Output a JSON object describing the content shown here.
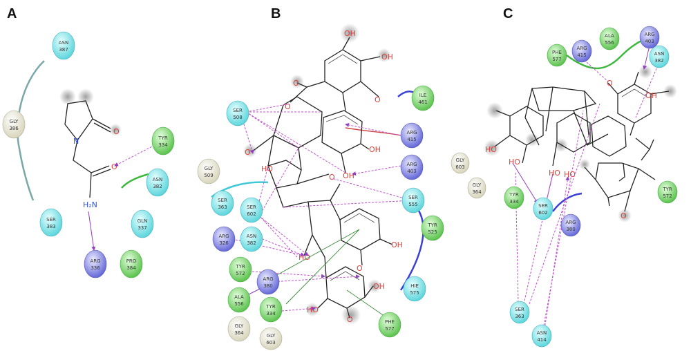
{
  "panels": [
    {
      "letter": "A",
      "residues": [
        {
          "name": "ASN",
          "num": "387",
          "kind": "polar"
        },
        {
          "name": "GLY",
          "num": "386",
          "kind": "glycine"
        },
        {
          "name": "TYR",
          "num": "334",
          "kind": "hydrophobic"
        },
        {
          "name": "ASN",
          "num": "382",
          "kind": "polar"
        },
        {
          "name": "SER",
          "num": "383",
          "kind": "polar"
        },
        {
          "name": "GLN",
          "num": "337",
          "kind": "polar"
        },
        {
          "name": "ARG",
          "num": "336",
          "kind": "positive"
        },
        {
          "name": "PRO",
          "num": "384",
          "kind": "hydrophobic"
        }
      ],
      "atoms": [
        {
          "label": "O",
          "kind": "oxygen"
        },
        {
          "label": "N",
          "kind": "nitrogen"
        },
        {
          "label": "O",
          "kind": "oxygen"
        },
        {
          "label": "H₂N",
          "kind": "nitrogen"
        }
      ]
    },
    {
      "letter": "B",
      "residues": [
        {
          "name": "SER",
          "num": "508",
          "kind": "polar"
        },
        {
          "name": "ILE",
          "num": "461",
          "kind": "hydrophobic"
        },
        {
          "name": "ARG",
          "num": "415",
          "kind": "positive"
        },
        {
          "name": "GLY",
          "num": "509",
          "kind": "glycine"
        },
        {
          "name": "ARG",
          "num": "403",
          "kind": "positive"
        },
        {
          "name": "SER",
          "num": "363",
          "kind": "polar"
        },
        {
          "name": "SER",
          "num": "602",
          "kind": "polar"
        },
        {
          "name": "SER",
          "num": "555",
          "kind": "polar"
        },
        {
          "name": "ARG",
          "num": "326",
          "kind": "positive"
        },
        {
          "name": "ASN",
          "num": "382",
          "kind": "polar"
        },
        {
          "name": "TYR",
          "num": "525",
          "kind": "hydrophobic"
        },
        {
          "name": "TYR",
          "num": "572",
          "kind": "hydrophobic"
        },
        {
          "name": "ARG",
          "num": "380",
          "kind": "positive"
        },
        {
          "name": "HIE",
          "num": "575",
          "kind": "polar"
        },
        {
          "name": "ALA",
          "num": "556",
          "kind": "hydrophobic"
        },
        {
          "name": "TYR",
          "num": "334",
          "kind": "hydrophobic"
        },
        {
          "name": "PHE",
          "num": "577",
          "kind": "hydrophobic"
        },
        {
          "name": "GLY",
          "num": "364",
          "kind": "glycine"
        },
        {
          "name": "GLY",
          "num": "603",
          "kind": "glycine"
        }
      ],
      "atoms": [
        {
          "label": "OH",
          "kind": "oxygen"
        },
        {
          "label": "OH",
          "kind": "oxygen"
        },
        {
          "label": "O",
          "kind": "oxygen"
        },
        {
          "label": "O",
          "kind": "oxygen"
        },
        {
          "label": "O",
          "kind": "oxygen"
        },
        {
          "label": "OH",
          "kind": "oxygen"
        },
        {
          "label": "OH",
          "kind": "oxygen"
        },
        {
          "label": "HO",
          "kind": "oxygen"
        },
        {
          "label": "O",
          "kind": "oxygen"
        },
        {
          "label": "O",
          "kind": "oxygen"
        },
        {
          "label": "OH",
          "kind": "oxygen"
        },
        {
          "label": "HO",
          "kind": "oxygen"
        },
        {
          "label": "OH",
          "kind": "oxygen"
        },
        {
          "label": "O",
          "kind": "oxygen"
        },
        {
          "label": "HO",
          "kind": "oxygen"
        },
        {
          "label": "O",
          "kind": "oxygen"
        }
      ]
    },
    {
      "letter": "C",
      "residues": [
        {
          "name": "ALA",
          "num": "556",
          "kind": "hydrophobic"
        },
        {
          "name": "ARG",
          "num": "403",
          "kind": "positive"
        },
        {
          "name": "ARG",
          "num": "415",
          "kind": "positive"
        },
        {
          "name": "PHE",
          "num": "577",
          "kind": "hydrophobic"
        },
        {
          "name": "ASN",
          "num": "382",
          "kind": "polar"
        },
        {
          "name": "GLY",
          "num": "603",
          "kind": "glycine"
        },
        {
          "name": "GLY",
          "num": "364",
          "kind": "glycine"
        },
        {
          "name": "TYR",
          "num": "334",
          "kind": "hydrophobic"
        },
        {
          "name": "SER",
          "num": "602",
          "kind": "polar"
        },
        {
          "name": "ARG",
          "num": "380",
          "kind": "positive"
        },
        {
          "name": "TYR",
          "num": "572",
          "kind": "hydrophobic"
        },
        {
          "name": "SER",
          "num": "363",
          "kind": "polar"
        },
        {
          "name": "ASN",
          "num": "414",
          "kind": "polar"
        }
      ],
      "atoms": [
        {
          "label": "HO",
          "kind": "oxygen"
        },
        {
          "label": "HO",
          "kind": "oxygen"
        },
        {
          "label": "HO",
          "kind": "oxygen"
        },
        {
          "label": "OH",
          "kind": "oxygen"
        },
        {
          "label": "HO",
          "kind": "oxygen"
        },
        {
          "label": "O",
          "kind": "oxygen"
        },
        {
          "label": "O",
          "kind": "oxygen"
        }
      ]
    }
  ],
  "colors": {
    "polar": "#8ff0f4",
    "hydrophobic": "#8be07e",
    "positive": "#8a8ef0",
    "glycine": "#f2f0dc",
    "hbond": "#c050d0",
    "pistack": "#3a8a3a"
  }
}
